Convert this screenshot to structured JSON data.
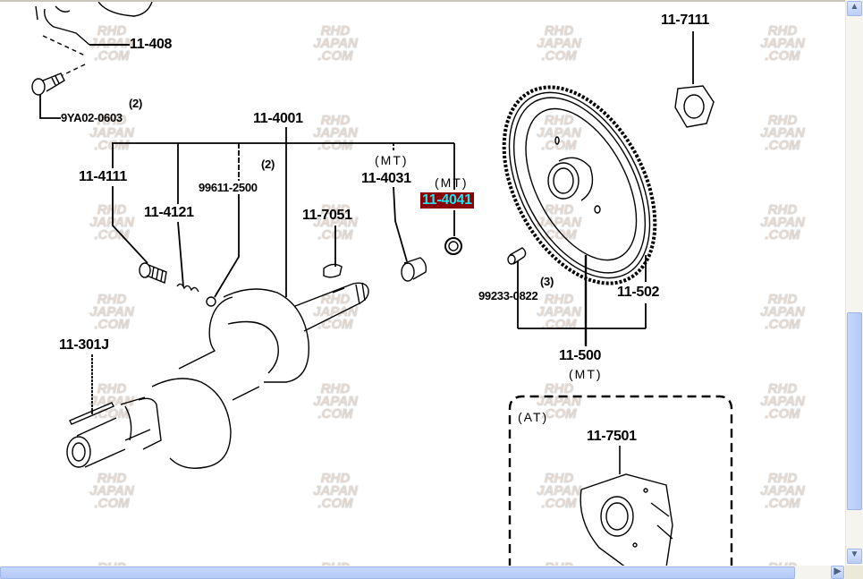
{
  "diagram": {
    "labels": {
      "p11_408": "11-408",
      "qty_bolt": "(2)",
      "p9YA02_0603": "9YA02-0603",
      "p11_4001": "11-4001",
      "qty_ball": "(2)",
      "p99611_2500": "99611-2500",
      "mt_4031": "(MT)",
      "p11_4111": "11-4111",
      "p11_4031": "11-4031",
      "mt_4041": "(MT)",
      "p11_4041": "11-4041",
      "p11_4121": "11-4121",
      "p11_7051": "11-7051",
      "p11_301J": "11-301J",
      "p11_7111": "11-7111",
      "qty_pin": "(3)",
      "p99233_0822": "99233-0822",
      "p11_502": "11-502",
      "p11_500": "11-500",
      "mt_500": "(MT)",
      "at_box": "(AT)",
      "p11_7501": "11-7501"
    },
    "highlighted_part": "11-4041",
    "highlight_colors": {
      "background": "#8b0000",
      "text": "#19e6f0"
    },
    "watermark": [
      "RHD",
      "JAPAN",
      ".COM"
    ]
  },
  "scrollbars": {
    "vertical": {
      "position_fraction": 0.58,
      "up_icon": "chevron-up-icon",
      "down_icon": "chevron-down-icon"
    },
    "horizontal": {
      "position_fraction": 0.0,
      "right_icon": "chevron-right-icon"
    }
  }
}
